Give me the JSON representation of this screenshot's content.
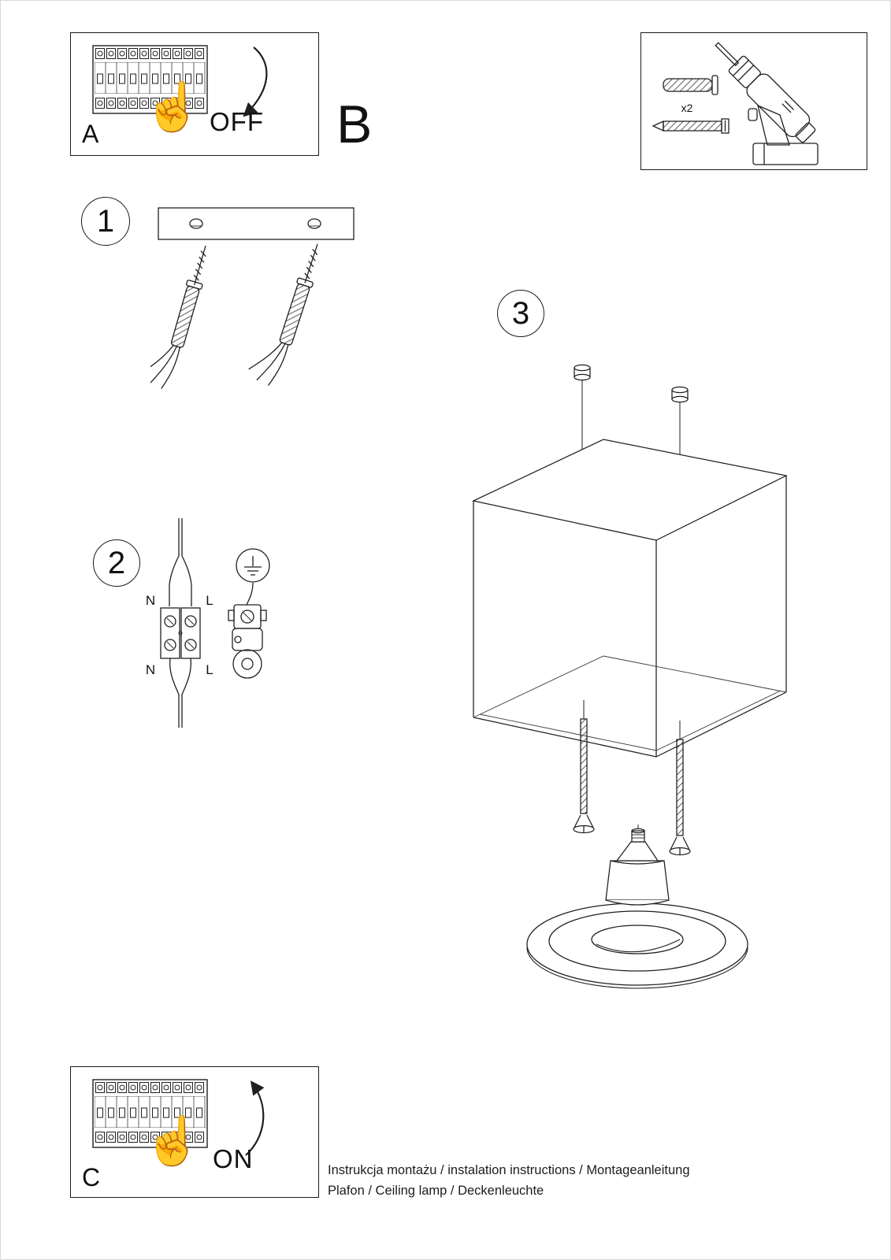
{
  "page": {
    "background": "#ffffff",
    "ink": "#1f1f1f"
  },
  "panel_a": {
    "label": "A",
    "switch_state": "OFF"
  },
  "section_b": {
    "label": "B"
  },
  "tools": {
    "dowel_count": "x2"
  },
  "step_1": {
    "number": "1"
  },
  "step_2": {
    "number": "2",
    "wire_labels": {
      "n_top": "N",
      "l_top": "L",
      "n_bottom": "N",
      "l_bottom": "L"
    }
  },
  "step_3": {
    "number": "3"
  },
  "panel_c": {
    "label": "C",
    "switch_state": "ON"
  },
  "icons": {
    "hand_point_up": "☝"
  },
  "footer": {
    "line_1": "Instrukcja montażu / instalation instructions / Montageanleitung",
    "line_2": "Plafon / Ceiling lamp / Deckenleuchte"
  }
}
